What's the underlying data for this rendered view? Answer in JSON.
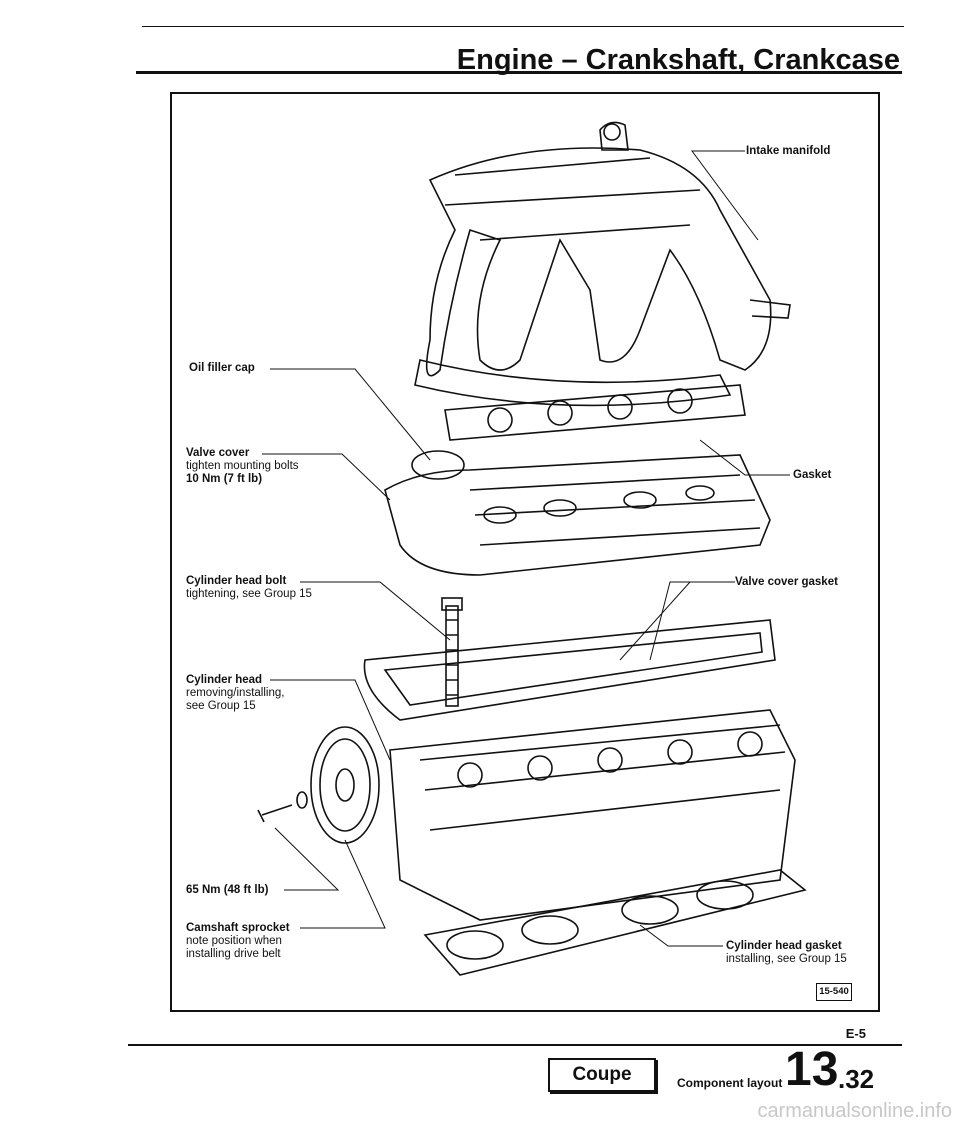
{
  "header": {
    "title": "Engine – Crankshaft, Crankcase"
  },
  "labels": {
    "intake_manifold": "Intake manifold",
    "oil_filler_cap": "Oil filler cap",
    "valve_cover_title": "Valve cover",
    "valve_cover_line1": "tighten mounting bolts",
    "valve_cover_line2": "10 Nm (7 ft lb)",
    "gasket": "Gasket",
    "cyl_head_bolt_title": "Cylinder head bolt",
    "cyl_head_bolt_line1": "tightening, see Group 15",
    "valve_cover_gasket": "Valve cover gasket",
    "cyl_head_title": "Cylinder head",
    "cyl_head_line1": "removing/installing,",
    "cyl_head_line2": "see Group 15",
    "torque_65": "65 Nm (48 ft lb)",
    "camshaft_title": "Camshaft sprocket",
    "camshaft_line1": "note position when",
    "camshaft_line2": "installing drive belt",
    "head_gasket_title": "Cylinder head gasket",
    "head_gasket_line1": "installing, see Group 15"
  },
  "figure_ref": "15-540",
  "footer": {
    "page_code": "E-5",
    "model": "Coupe",
    "section_label": "Component layout",
    "section_number": "13",
    "section_sub": ".32"
  },
  "watermark": "carmanualsonline.info"
}
